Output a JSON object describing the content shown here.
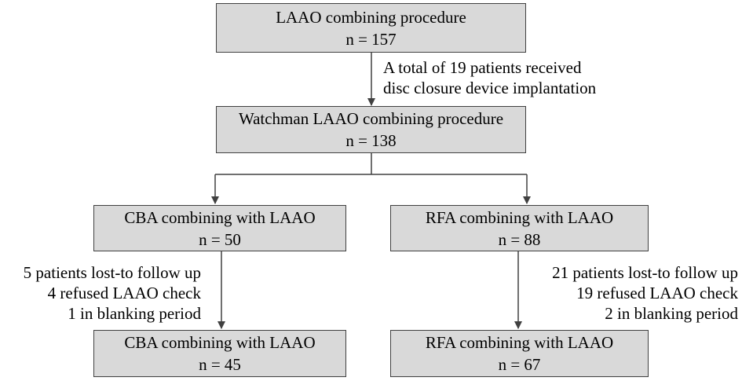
{
  "boxes": {
    "laao": {
      "title": "LAAO combining procedure",
      "n": "n = 157"
    },
    "watchman": {
      "title": "Watchman LAAO combining procedure",
      "n": "n = 138"
    },
    "cba_initial": {
      "title": "CBA combining with LAAO",
      "n": "n = 50"
    },
    "rfa_initial": {
      "title": "RFA combining with LAAO",
      "n": "n = 88"
    },
    "cba_final": {
      "title": "CBA combining with LAAO",
      "n": "n = 45"
    },
    "rfa_final": {
      "title": "RFA combining with LAAO",
      "n": "n = 67"
    }
  },
  "notes": {
    "exclusion_disc": [
      "A total of 19 patients received",
      "disc closure device implantation"
    ],
    "cba_lost": [
      "5 patients lost-to follow up",
      "4 refused LAAO check",
      "1 in blanking period"
    ],
    "rfa_lost": [
      "21 patients lost-to follow up",
      "19 refused LAAO check",
      "2 in blanking period"
    ]
  },
  "colors": {
    "box_fill": "#d9d9d9",
    "box_border": "#404040",
    "connector": "#404040"
  }
}
